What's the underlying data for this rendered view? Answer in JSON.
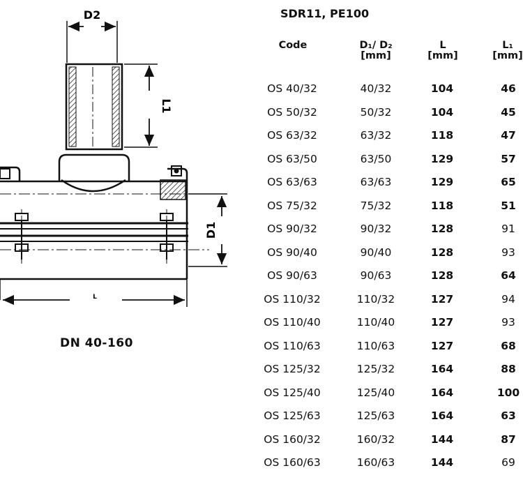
{
  "drawing": {
    "label_d2": "D2",
    "label_l1": "L1",
    "label_d1": "D1",
    "label_l": "L"
  },
  "caption": "DN 40-160",
  "spec": "SDR11,  PE100",
  "headers": {
    "code": "Code",
    "d": "D₁/ D₂",
    "d_unit": "[mm]",
    "l": "L",
    "l_unit": "[mm]",
    "l1": "L₁",
    "l1_unit": "[mm]"
  },
  "rows": [
    {
      "code": "OS 40/32",
      "d": "40/32",
      "l": "104",
      "l1": "46",
      "l1_bold": true
    },
    {
      "code": "OS 50/32",
      "d": "50/32",
      "l": "104",
      "l1": "45",
      "l1_bold": true
    },
    {
      "code": "OS 63/32",
      "d": "63/32",
      "l": "118",
      "l1": "47",
      "l1_bold": true
    },
    {
      "code": "OS 63/50",
      "d": "63/50",
      "l": "129",
      "l1": "57",
      "l1_bold": true
    },
    {
      "code": "OS 63/63",
      "d": "63/63",
      "l": "129",
      "l1": "65",
      "l1_bold": true
    },
    {
      "code": "OS 75/32",
      "d": "75/32",
      "l": "118",
      "l1": "51",
      "l1_bold": true
    },
    {
      "code": "OS 90/32",
      "d": "90/32",
      "l": "128",
      "l1": "91",
      "l1_bold": false
    },
    {
      "code": "OS 90/40",
      "d": "90/40",
      "l": "128",
      "l1": "93",
      "l1_bold": false
    },
    {
      "code": "OS 90/63",
      "d": "90/63",
      "l": "128",
      "l1": "64",
      "l1_bold": true
    },
    {
      "code": "OS 110/32",
      "d": "110/32",
      "l": "127",
      "l1": "94",
      "l1_bold": false
    },
    {
      "code": "OS 110/40",
      "d": "110/40",
      "l": "127",
      "l1": "93",
      "l1_bold": false
    },
    {
      "code": "OS 110/63",
      "d": "110/63",
      "l": "127",
      "l1": "68",
      "l1_bold": true
    },
    {
      "code": "OS 125/32",
      "d": "125/32",
      "l": "164",
      "l1": "88",
      "l1_bold": true
    },
    {
      "code": "OS 125/40",
      "d": "125/40",
      "l": "164",
      "l1": "100",
      "l1_bold": true
    },
    {
      "code": "OS 125/63",
      "d": "125/63",
      "l": "164",
      "l1": "63",
      "l1_bold": true
    },
    {
      "code": "OS 160/32",
      "d": "160/32",
      "l": "144",
      "l1": "87",
      "l1_bold": true
    },
    {
      "code": "OS 160/63",
      "d": "160/63",
      "l": "144",
      "l1": "69",
      "l1_bold": false
    }
  ]
}
